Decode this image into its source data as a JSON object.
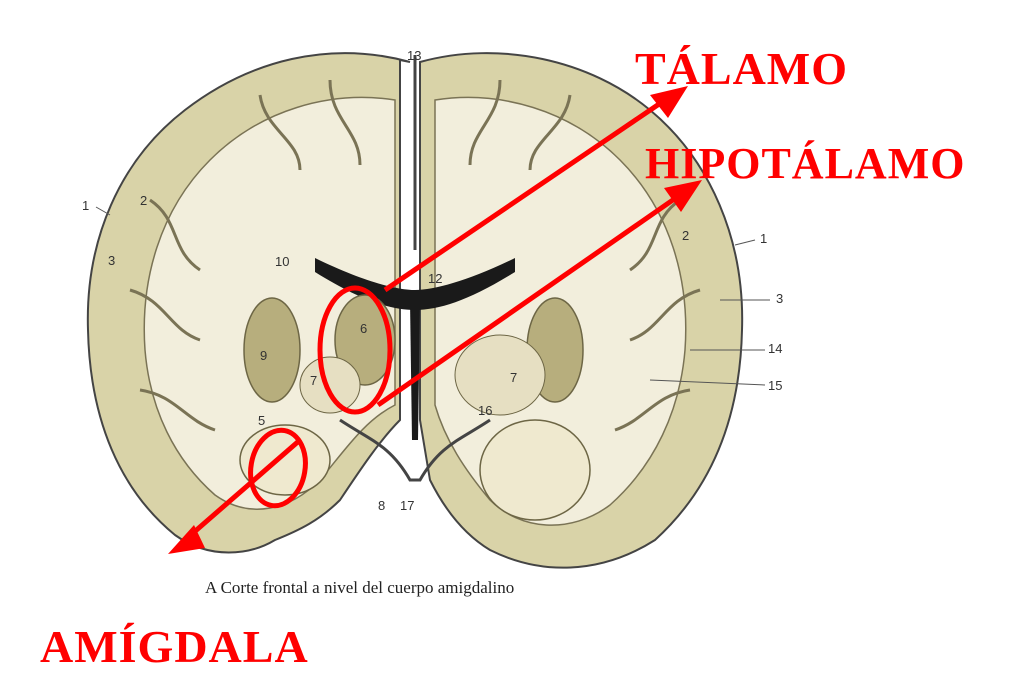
{
  "figure": {
    "caption": "A Corte frontal a nivel del cuerpo amigdalino"
  },
  "numbers": [
    "13",
    "1",
    "2",
    "3",
    "10",
    "12",
    "6",
    "9",
    "7",
    "7",
    "5",
    "16",
    "8",
    "17",
    "2",
    "1",
    "3",
    "14",
    "15"
  ],
  "overlay_labels": {
    "talamo": "TÁLAMO",
    "hipotalamo": "HIPOTÁLAMO",
    "amigdala": "AMÍGDALA"
  },
  "colors": {
    "annotation": "#ff0000",
    "brain_fill": "#d9d3a8",
    "brain_inner": "#f2eedc",
    "outline": "#444444",
    "caption_text": "#222222"
  }
}
